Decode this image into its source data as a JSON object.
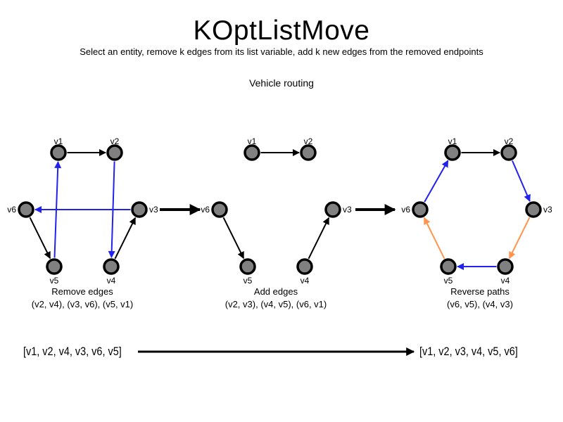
{
  "title": "KOptListMove",
  "subtitle": "Select an entity, remove k edges from its list variable, add k new edges from the removed endpoints",
  "domain_label": "Vehicle routing",
  "colors": {
    "edge_default": "#000000",
    "edge_highlight_blue": "#2222ee",
    "edge_highlight_orange": "#ff944d",
    "node_fill": "#808080",
    "node_stroke": "#000000"
  },
  "graphs": [
    {
      "id": "remove-edges",
      "caption_line1": "Remove edges",
      "caption_line2": "(v2, v4), (v3, v6), (v5, v1)",
      "nodes": [
        "v1",
        "v2",
        "v3",
        "v4",
        "v5",
        "v6"
      ],
      "edges": [
        {
          "from": "v1",
          "to": "v2",
          "color": "black"
        },
        {
          "from": "v6",
          "to": "v5",
          "color": "black"
        },
        {
          "from": "v4",
          "to": "v3",
          "color": "black"
        },
        {
          "from": "v2",
          "to": "v4",
          "color": "blue"
        },
        {
          "from": "v3",
          "to": "v6",
          "color": "blue"
        },
        {
          "from": "v5",
          "to": "v1",
          "color": "blue"
        }
      ]
    },
    {
      "id": "add-edges",
      "caption_line1": "Add edges",
      "caption_line2": "(v2, v3), (v4, v5), (v6, v1)",
      "nodes": [
        "v1",
        "v2",
        "v3",
        "v4",
        "v5",
        "v6"
      ],
      "edges": [
        {
          "from": "v1",
          "to": "v2",
          "color": "black"
        },
        {
          "from": "v6",
          "to": "v5",
          "color": "black"
        },
        {
          "from": "v4",
          "to": "v3",
          "color": "black"
        }
      ]
    },
    {
      "id": "reverse-paths",
      "caption_line1": "Reverse paths",
      "caption_line2": "(v6, v5), (v4, v3)",
      "nodes": [
        "v1",
        "v2",
        "v3",
        "v4",
        "v5",
        "v6"
      ],
      "edges": [
        {
          "from": "v1",
          "to": "v2",
          "color": "black"
        },
        {
          "from": "v2",
          "to": "v3",
          "color": "blue"
        },
        {
          "from": "v3",
          "to": "v4",
          "color": "orange"
        },
        {
          "from": "v4",
          "to": "v5",
          "color": "blue"
        },
        {
          "from": "v5",
          "to": "v6",
          "color": "orange"
        },
        {
          "from": "v6",
          "to": "v1",
          "color": "blue"
        }
      ]
    }
  ],
  "transformation": {
    "before": "[v1, v2, v4, v3, v6, v5]",
    "after": "[v1, v2, v3, v4, v5, v6]"
  }
}
